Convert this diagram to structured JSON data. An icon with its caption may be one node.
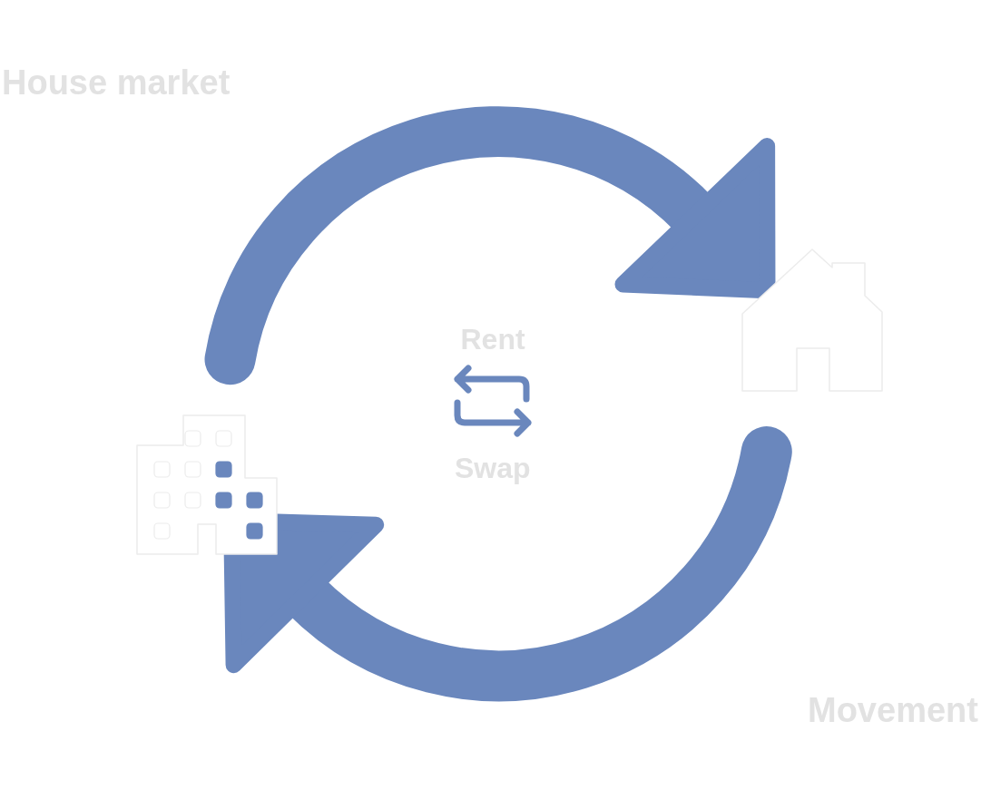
{
  "diagram": {
    "nodes": [
      {
        "text": [],
        "shape": "picture"
      },
      {
        "text": [],
        "shape": "picture"
      }
    ],
    "edges": [
      {
        "from": 0,
        "to": 1,
        "arrow": "to"
      },
      {
        "from": 1,
        "to": 0,
        "arrow": "to"
      }
    ],
    "labels": [
      "House market",
      "Rent",
      "Swap",
      "Movement"
    ]
  }
}
